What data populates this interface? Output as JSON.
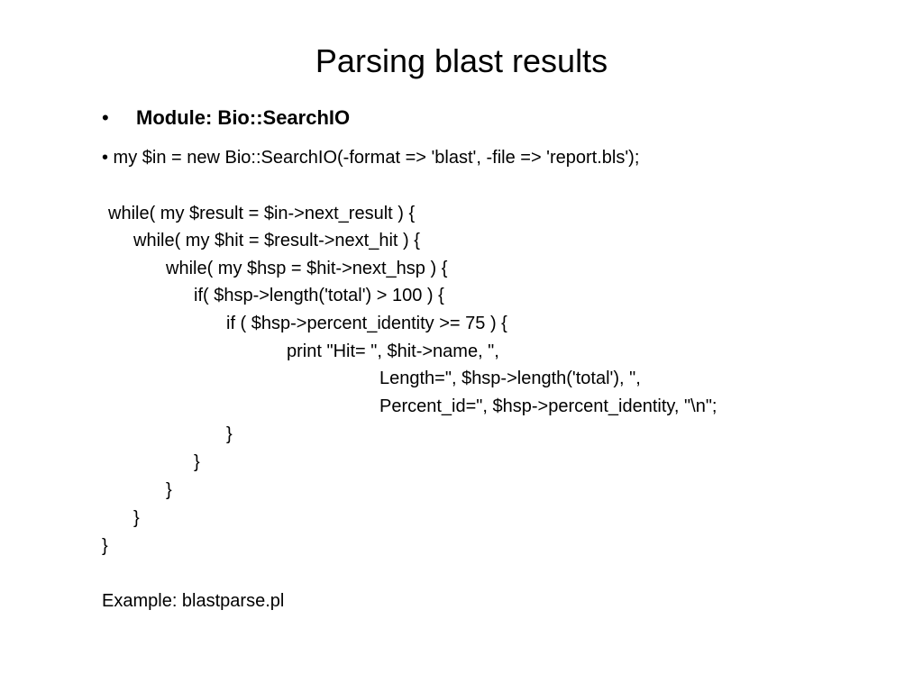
{
  "slide": {
    "title": "Parsing blast results",
    "bullet_symbol": "•",
    "module_label": "Module: Bio::SearchIO",
    "intro_line": "• my $in = new Bio::SearchIO(-format => 'blast', -file => 'report.bls');",
    "code_lines": [
      "while( my $result = $in->next_result ) {",
      "while( my $hit = $result->next_hit ) {",
      "while( my $hsp = $hit->next_hsp ) {",
      "if( $hsp->length('total') > 100 ) {",
      "if ( $hsp->percent_identity >= 75 ) {",
      "print \"Hit= \", $hit->name, \",",
      "Length=\", $hsp->length('total'), \",",
      "Percent_id=\", $hsp->percent_identity, \"\\n\";",
      "}",
      "}",
      "}",
      "}",
      "}"
    ],
    "example": "Example: blastparse.pl"
  }
}
